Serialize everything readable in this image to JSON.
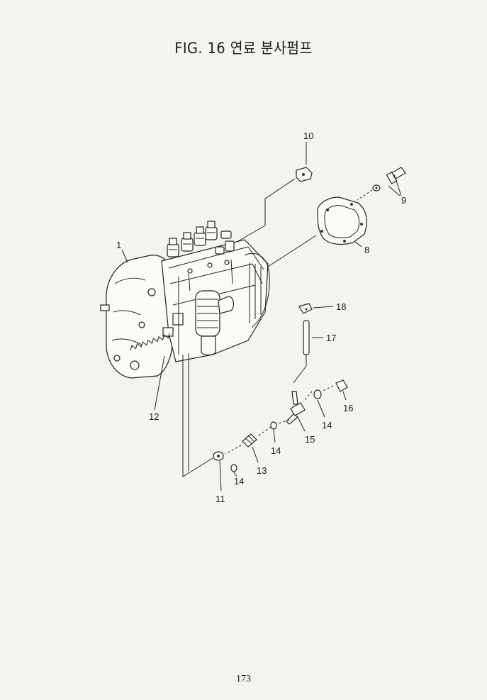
{
  "figure": {
    "title": "FIG. 16 연료 분사펌프"
  },
  "parts": [
    {
      "id": "p1",
      "label": "1",
      "name": "fuel-injection-pump"
    },
    {
      "id": "p8",
      "label": "8",
      "name": "gasket"
    },
    {
      "id": "p9",
      "label": "9",
      "name": "bolt-and-washer"
    },
    {
      "id": "p10",
      "label": "10",
      "name": "bracket"
    },
    {
      "id": "p11",
      "label": "11",
      "name": "eye-bolt"
    },
    {
      "id": "p12",
      "label": "12",
      "name": "governor-spring"
    },
    {
      "id": "p13",
      "label": "13",
      "name": "fitting"
    },
    {
      "id": "p14a",
      "label": "14",
      "name": "washer"
    },
    {
      "id": "p14b",
      "label": "14",
      "name": "washer"
    },
    {
      "id": "p14c",
      "label": "14",
      "name": "washer"
    },
    {
      "id": "p15",
      "label": "15",
      "name": "banjo-fitting"
    },
    {
      "id": "p16",
      "label": "16",
      "name": "plug"
    },
    {
      "id": "p17",
      "label": "17",
      "name": "pipe"
    },
    {
      "id": "p18",
      "label": "18",
      "name": "clip"
    }
  ],
  "page": {
    "number": "173"
  }
}
